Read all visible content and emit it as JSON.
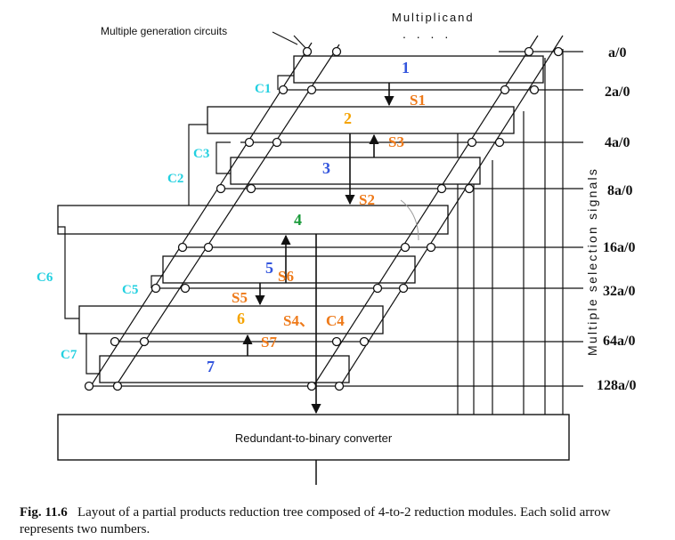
{
  "diagram": {
    "multiplicand_label": "Multiplicand",
    "multiplicand_dots": ". . . .",
    "multiple_gen_label": "Multiple generation circuits",
    "selection_signals_label": "Multiple selection signals",
    "converter_label": "Redundant-to-binary converter",
    "multiples": [
      "a/0",
      "2a/0",
      "4a/0",
      "8a/0",
      "16a/0",
      "32a/0",
      "64a/0",
      "128a/0"
    ],
    "module_numbers": [
      "1",
      "2",
      "3",
      "4",
      "5",
      "6",
      "7"
    ],
    "s_labels": [
      "S1",
      "S2",
      "S3",
      "S4、",
      "S5",
      "S6",
      "S7"
    ],
    "c_labels": [
      "C1",
      "C2",
      "C3",
      "C4",
      "C5",
      "C6",
      "C7"
    ],
    "colors": {
      "module_blue": "#3355dd",
      "module_orange": "#f5a300",
      "module_green": "#1a9a3a",
      "s_label": "#ee7a1a",
      "c_label": "#22d0e0",
      "line": "#111111"
    }
  },
  "caption": {
    "figure_number": "Fig. 11.6",
    "text": "Layout of a partial products reduction tree composed of 4-to-2 reduction modules. Each solid arrow represents two numbers."
  }
}
